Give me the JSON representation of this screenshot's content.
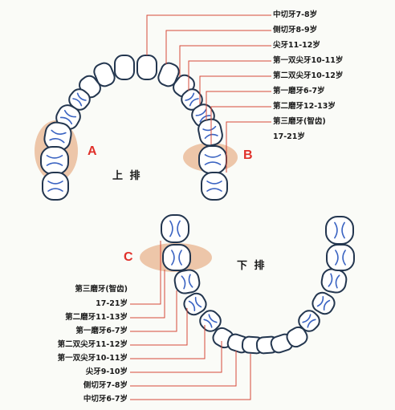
{
  "upper_labels": [
    "中切牙7-8岁",
    "侧切牙8-9岁",
    "尖牙11-12岁",
    "第一双尖牙10-11岁",
    "第二双尖牙10-12岁",
    "第一磨牙6-7岁",
    "第二磨牙12-13岁",
    "第三磨牙(智齿)",
    "17-21岁"
  ],
  "lower_labels": [
    "第三磨牙(智齿)",
    "17-21岁",
    "第二磨牙11-13岁",
    "第一磨牙6-7岁",
    "第二双尖牙11-12岁",
    "第一双尖牙10-11岁",
    "尖牙9-10岁",
    "侧切牙7-8岁",
    "中切牙6-7岁"
  ],
  "upper_arch_title": "上 排",
  "lower_arch_title": "下 排",
  "zones": {
    "a": "A",
    "b": "B",
    "c": "C"
  },
  "colors": {
    "tooth_stroke": "#23364f",
    "root_lines": "#3a63c2",
    "highlight": "#e8b48f",
    "leader_line": "#d64a3a",
    "zone_text": "#e0302a"
  }
}
